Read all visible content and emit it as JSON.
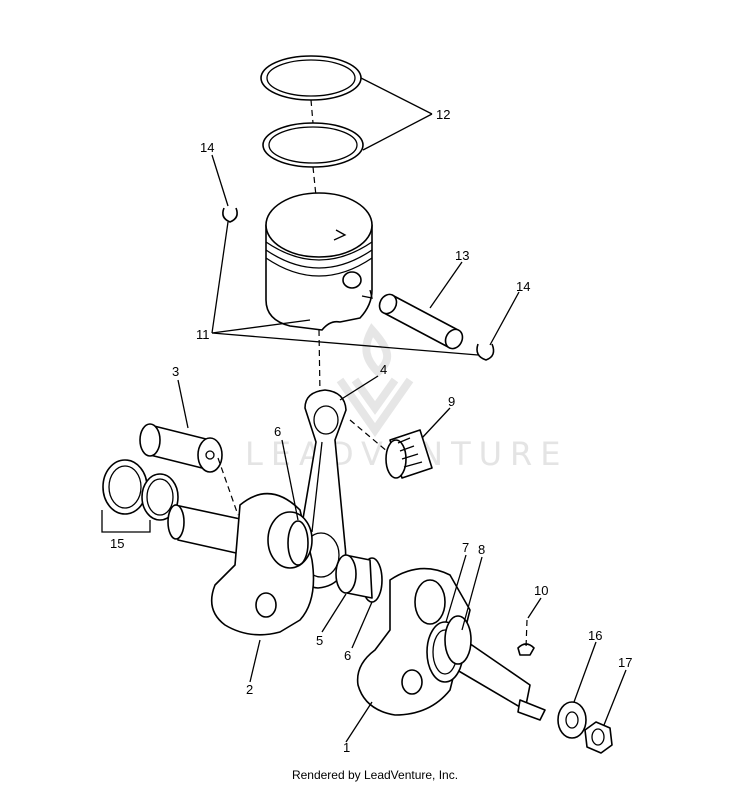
{
  "watermark": {
    "text": "LEADVENTURE"
  },
  "footer": {
    "text": "Rendered by LeadVenture, Inc."
  },
  "callouts": [
    {
      "id": "c1",
      "label": "1"
    },
    {
      "id": "c2",
      "label": "2"
    },
    {
      "id": "c3",
      "label": "3"
    },
    {
      "id": "c4",
      "label": "4"
    },
    {
      "id": "c5",
      "label": "5"
    },
    {
      "id": "c6a",
      "label": "6"
    },
    {
      "id": "c6b",
      "label": "6"
    },
    {
      "id": "c7",
      "label": "7"
    },
    {
      "id": "c8",
      "label": "8"
    },
    {
      "id": "c9",
      "label": "9"
    },
    {
      "id": "c10",
      "label": "10"
    },
    {
      "id": "c11",
      "label": "11"
    },
    {
      "id": "c12",
      "label": "12"
    },
    {
      "id": "c13",
      "label": "13"
    },
    {
      "id": "c14a",
      "label": "14"
    },
    {
      "id": "c14b",
      "label": "14"
    },
    {
      "id": "c15",
      "label": "15"
    },
    {
      "id": "c16",
      "label": "16"
    },
    {
      "id": "c17",
      "label": "17"
    }
  ]
}
